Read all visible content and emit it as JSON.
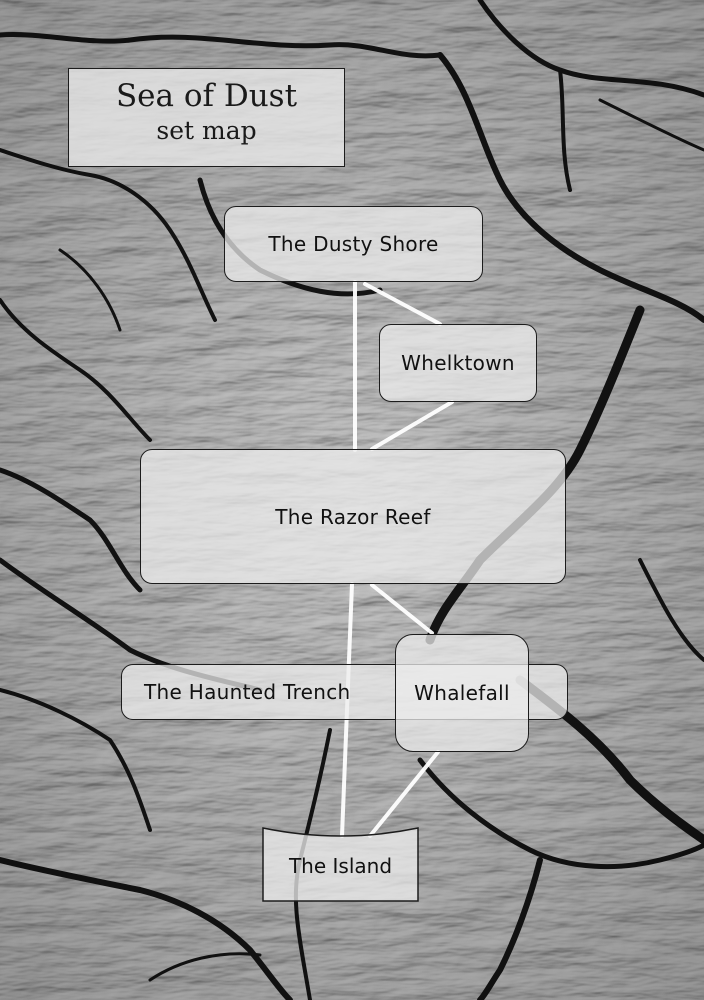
{
  "map": {
    "title": "Sea of Dust",
    "subtitle": "set map"
  },
  "locations": {
    "dusty_shore": "The Dusty Shore",
    "whelktown": "Whelktown",
    "razor_reef": "The Razor Reef",
    "haunted_trench": "The Haunted Trench",
    "whalefall": "Whalefall",
    "island": "The Island"
  },
  "colors": {
    "box_fill": "#ececec",
    "border": "#1c1c1c",
    "connector": "#ffffff",
    "background": "#6f6f6f"
  }
}
